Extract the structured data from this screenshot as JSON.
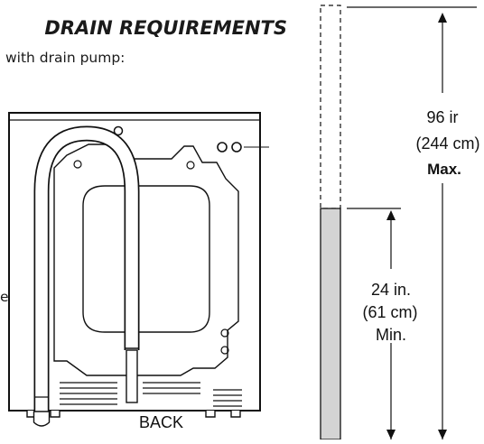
{
  "header": {
    "title": "DRAIN REQUIREMENTS",
    "subtitle": "with drain pump:"
  },
  "washer": {
    "label": "BACK",
    "side_fragment": "e"
  },
  "max_height": {
    "line1": "96 ir",
    "line2": "(244 cm)",
    "line3": "Max."
  },
  "min_height": {
    "line1": "24 in.",
    "line2": "(61 cm)",
    "line3": "Min."
  },
  "colors": {
    "standpipe_fill": "#d4d4d4",
    "line": "#111111",
    "background": "#ffffff"
  }
}
